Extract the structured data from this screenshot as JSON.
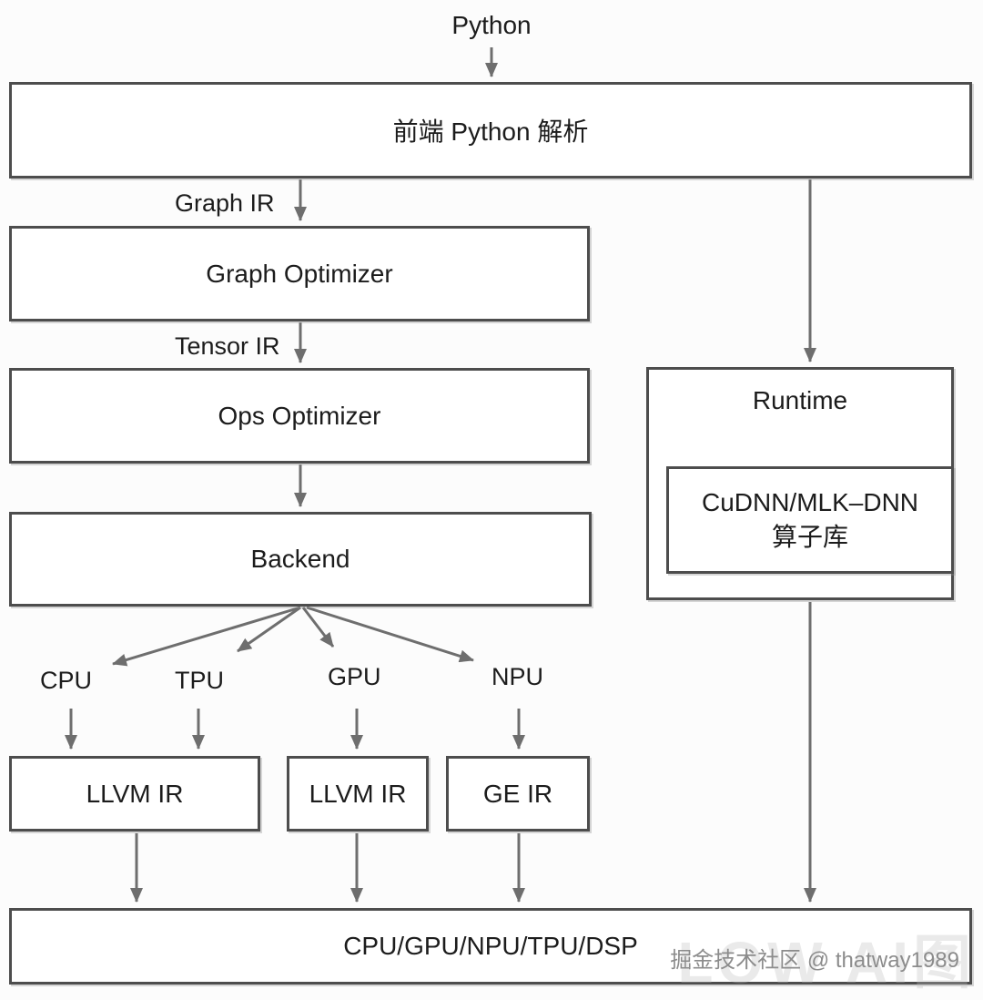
{
  "diagram": {
    "python_label": "Python",
    "frontend_box": "前端 Python 解析",
    "graph_ir_label": "Graph IR",
    "graph_optimizer_box": "Graph Optimizer",
    "tensor_ir_label": "Tensor IR",
    "ops_optimizer_box": "Ops Optimizer",
    "backend_box": "Backend",
    "target_labels": [
      "CPU",
      "TPU",
      "GPU",
      "NPU"
    ],
    "ir_boxes": [
      "LLVM IR",
      "LLVM IR",
      "GE IR"
    ],
    "hardware_box": "CPU/GPU/NPU/TPU/DSP",
    "runtime_title": "Runtime",
    "runtime_lib_line1": "CuDNN/MLK–DNN",
    "runtime_lib_line2": "算子库",
    "watermark": "掘金技术社区 @ thatway1989",
    "faint_watermark": "LOW AI图"
  },
  "colors": {
    "box_border": "#4d4d4d",
    "arrow": "#6e6e6e",
    "text": "#1c1c1c",
    "watermark": "#8c8c8c",
    "background": "#fcfcfc"
  }
}
